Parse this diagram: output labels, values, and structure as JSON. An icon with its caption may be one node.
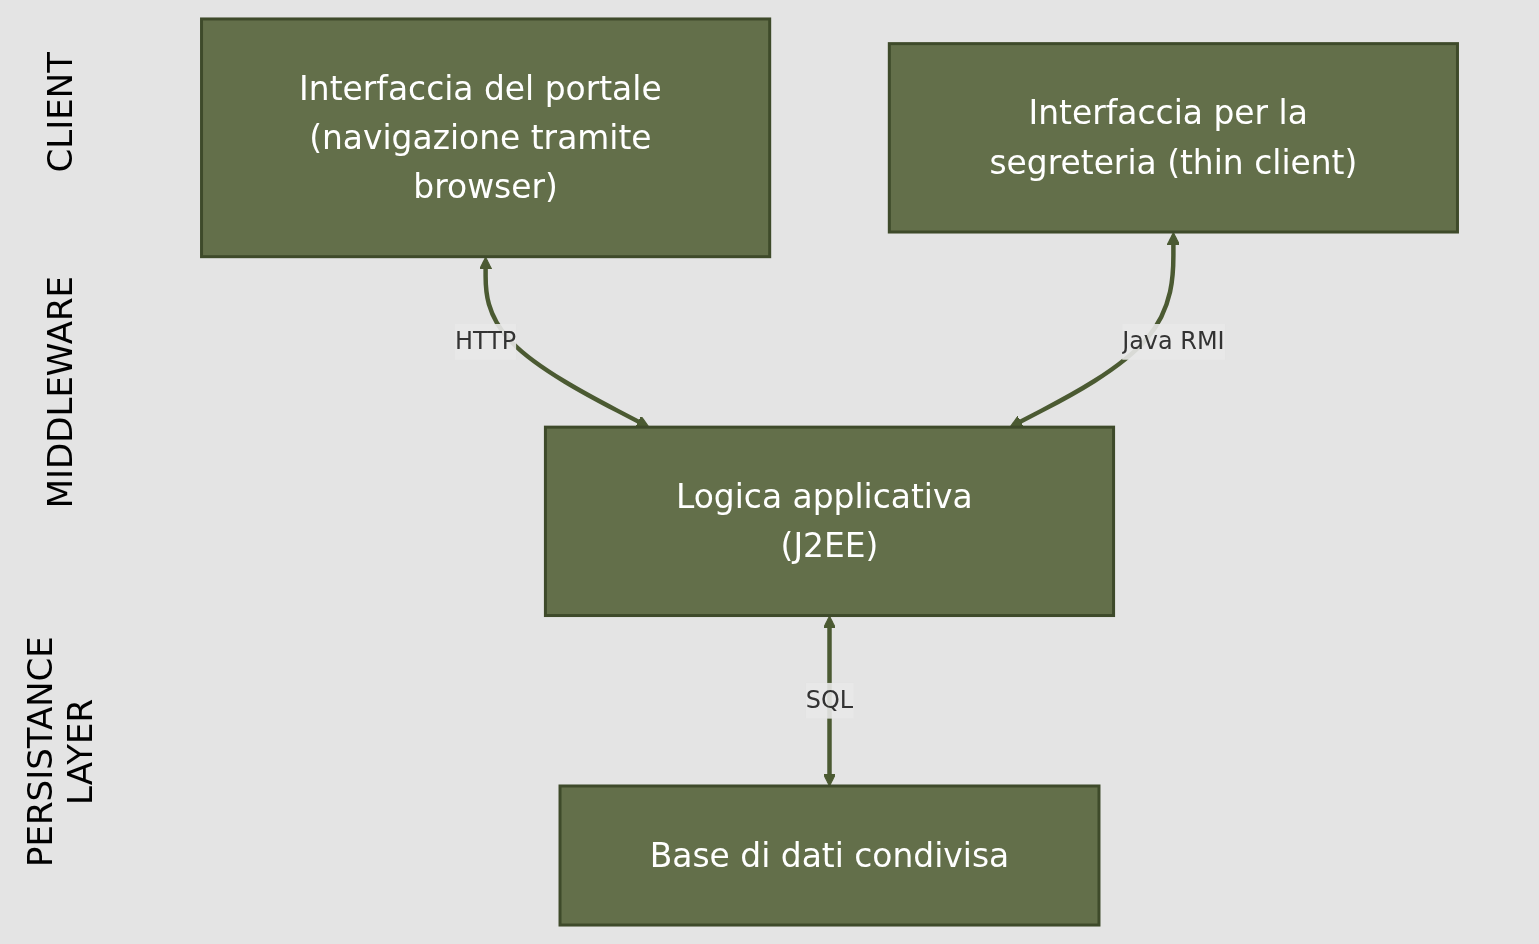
{
  "diagram": {
    "nodes": [
      {
        "text": [
          "Interfaccia del portale (navigazione tramite browser)"
        ]
      },
      {
        "text": [
          "Interfaccia per la segreteria (thin client)"
        ]
      },
      {
        "text": [
          "Logica applicativa (J2EE)"
        ]
      },
      {
        "text": [
          "Base di dati condivisa"
        ]
      }
    ],
    "edges": [
      {
        "from": 0,
        "to": 2,
        "arrow": "both",
        "label": "HTTP"
      },
      {
        "from": 1,
        "to": 2,
        "arrow": "both",
        "label": "Java RMI"
      },
      {
        "from": 2,
        "to": 3,
        "arrow": "both",
        "label": "SQL"
      }
    ],
    "labels": [
      "CLIENT",
      "MIDDLEWARE",
      "PERSISTANCE LAYER"
    ]
  }
}
